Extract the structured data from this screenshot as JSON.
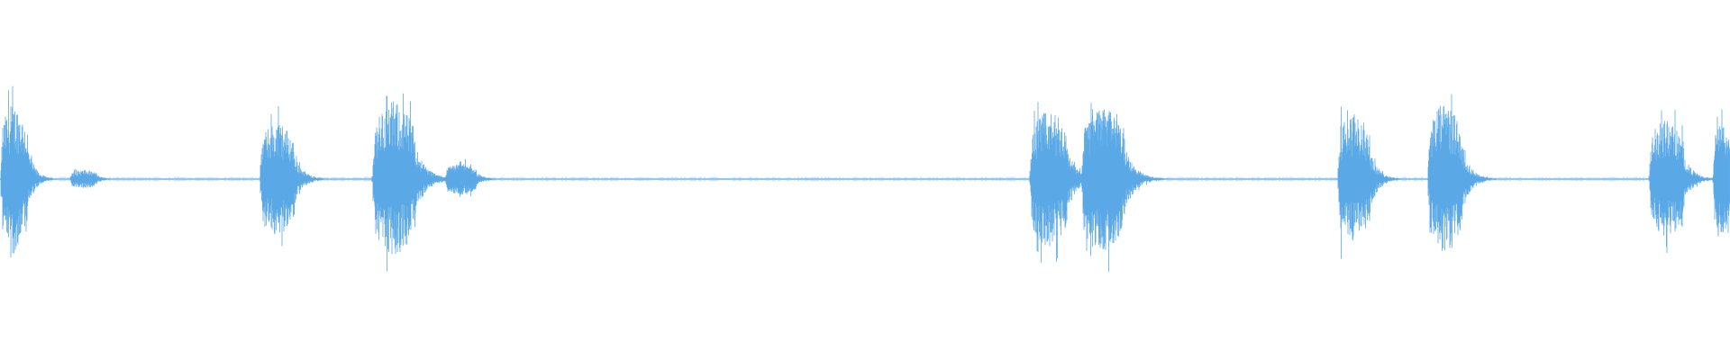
{
  "waveform": {
    "color": "#5aa9e6",
    "background": "#ffffff",
    "bursts": [
      {
        "start": 0.0,
        "end": 0.016,
        "amplitude": 0.96
      },
      {
        "start": 0.04,
        "end": 0.056,
        "amplitude": 0.12
      },
      {
        "start": 0.15,
        "end": 0.17,
        "amplitude": 0.74
      },
      {
        "start": 0.215,
        "end": 0.24,
        "amplitude": 1.0
      },
      {
        "start": 0.257,
        "end": 0.275,
        "amplitude": 0.2
      },
      {
        "start": 0.595,
        "end": 0.617,
        "amplitude": 0.88
      },
      {
        "start": 0.625,
        "end": 0.65,
        "amplitude": 0.92
      },
      {
        "start": 0.773,
        "end": 0.792,
        "amplitude": 0.84
      },
      {
        "start": 0.825,
        "end": 0.845,
        "amplitude": 0.98
      },
      {
        "start": 0.953,
        "end": 0.973,
        "amplitude": 0.77
      },
      {
        "start": 0.99,
        "end": 1.0,
        "amplitude": 0.7
      }
    ]
  }
}
